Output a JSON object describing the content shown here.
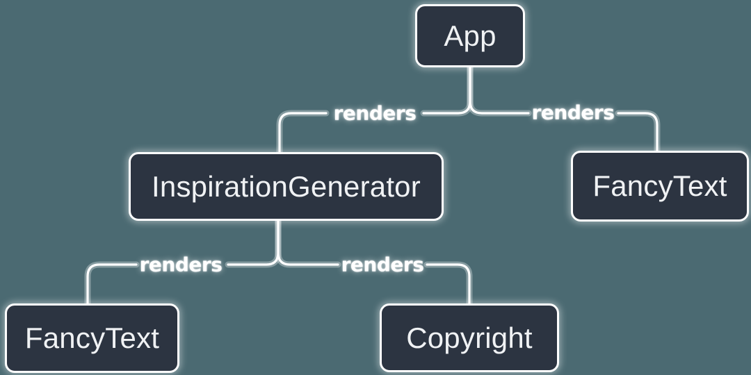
{
  "colors": {
    "background": "#4b6a72",
    "node_fill": "#2c3441",
    "stroke": "#ffffff",
    "node_text": "#f0f2f4"
  },
  "nodes": [
    {
      "id": "app",
      "label": "App"
    },
    {
      "id": "inspiration-generator",
      "label": "InspirationGenerator"
    },
    {
      "id": "fancy-text-top",
      "label": "FancyText"
    },
    {
      "id": "fancy-text-bottom",
      "label": "FancyText"
    },
    {
      "id": "copyright",
      "label": "Copyright"
    }
  ],
  "edges": [
    {
      "from": "App",
      "to": "InspirationGenerator",
      "label": "renders"
    },
    {
      "from": "App",
      "to": "FancyText",
      "label": "renders"
    },
    {
      "from": "InspirationGenerator",
      "to": "FancyText",
      "label": "renders"
    },
    {
      "from": "InspirationGenerator",
      "to": "Copyright",
      "label": "renders"
    }
  ]
}
